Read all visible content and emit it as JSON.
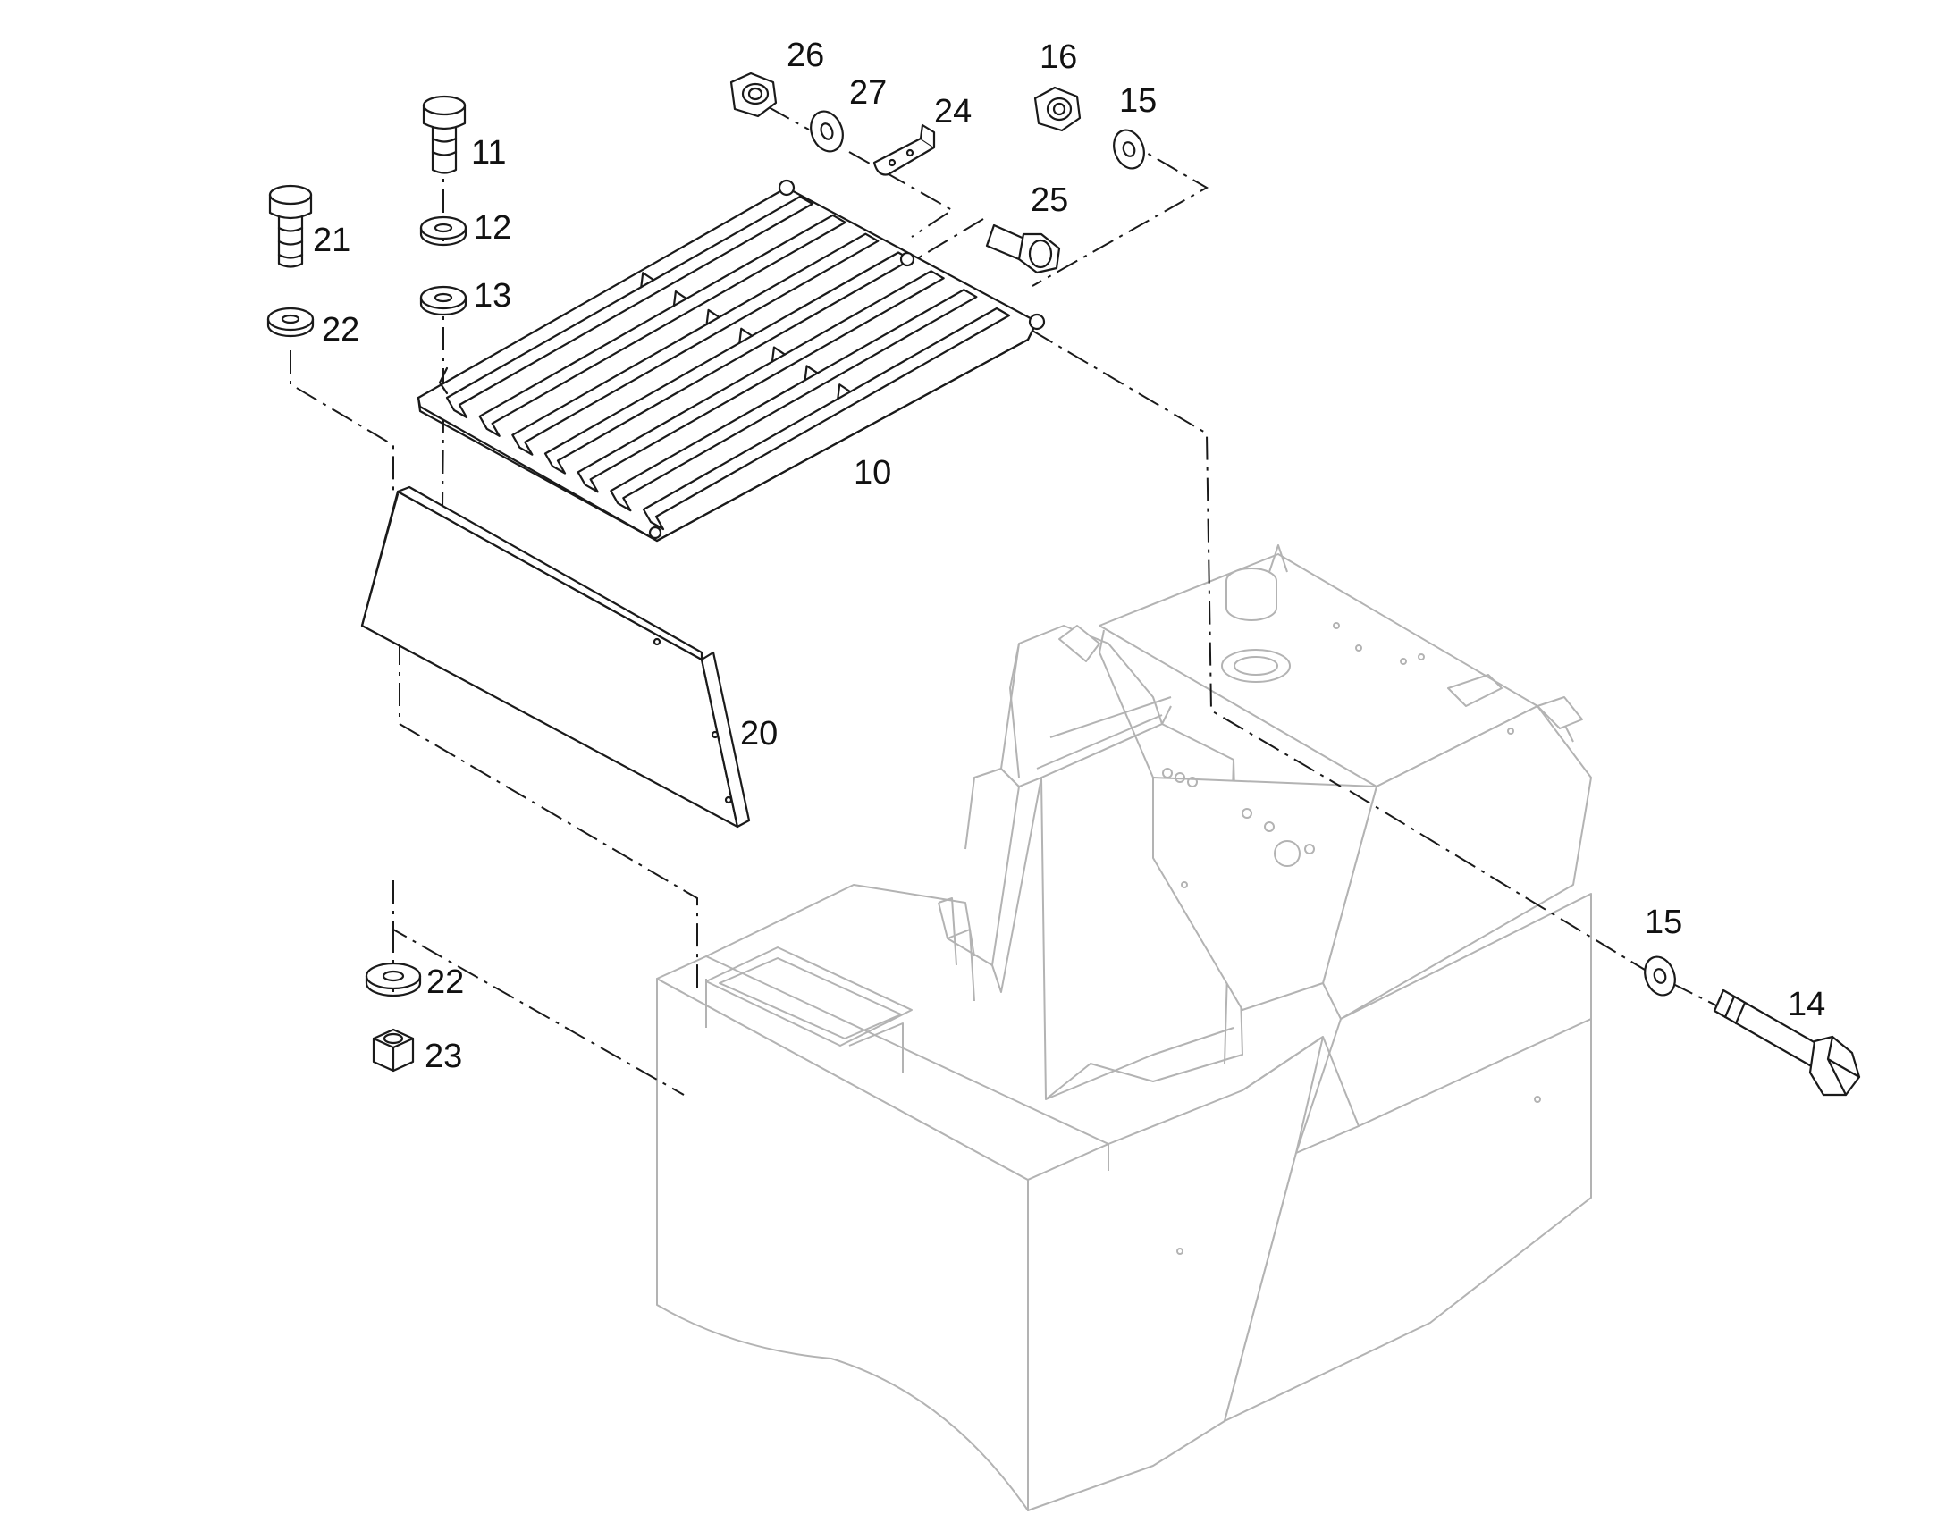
{
  "diagram": {
    "colors": {
      "ink": "#1a1a1a",
      "ghost": "#b3b3b3",
      "background": "#ffffff"
    },
    "parts": [
      {
        "id": "p10",
        "label": "10",
        "name": "grille-panel"
      },
      {
        "id": "p11",
        "label": "11",
        "name": "bolt"
      },
      {
        "id": "p12",
        "label": "12",
        "name": "washer"
      },
      {
        "id": "p13",
        "label": "13",
        "name": "washer"
      },
      {
        "id": "p14",
        "label": "14",
        "name": "bolt"
      },
      {
        "id": "p15a",
        "label": "15",
        "name": "washer"
      },
      {
        "id": "p15b",
        "label": "15",
        "name": "washer"
      },
      {
        "id": "p16",
        "label": "16",
        "name": "nut"
      },
      {
        "id": "p20",
        "label": "20",
        "name": "cover-plate"
      },
      {
        "id": "p21",
        "label": "21",
        "name": "bolt"
      },
      {
        "id": "p22a",
        "label": "22",
        "name": "washer"
      },
      {
        "id": "p22b",
        "label": "22",
        "name": "washer"
      },
      {
        "id": "p23",
        "label": "23",
        "name": "nut"
      },
      {
        "id": "p24",
        "label": "24",
        "name": "bracket"
      },
      {
        "id": "p25",
        "label": "25",
        "name": "bolt"
      },
      {
        "id": "p26",
        "label": "26",
        "name": "nut"
      },
      {
        "id": "p27",
        "label": "27",
        "name": "washer"
      }
    ]
  }
}
